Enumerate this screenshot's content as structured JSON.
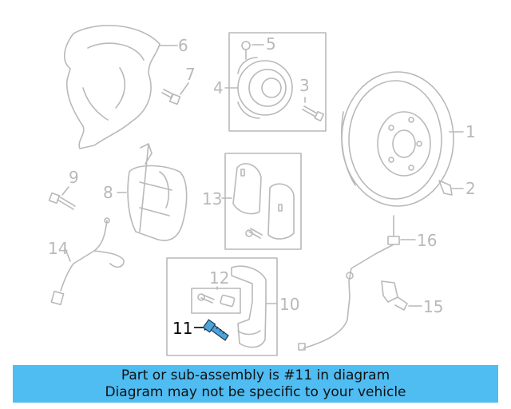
{
  "callouts": {
    "c1": "1",
    "c2": "2",
    "c3": "3",
    "c4": "4",
    "c5": "5",
    "c6": "6",
    "c7": "7",
    "c8": "8",
    "c9": "9",
    "c10": "10",
    "c11": "11",
    "c12": "12",
    "c13": "13",
    "c14": "14",
    "c15": "15",
    "c16": "16"
  },
  "highlighted_part": "11",
  "colors": {
    "banner_bg": "#4fbcf2",
    "line_gray": "#b9b9b9",
    "highlight_part": "#4fa3d9"
  },
  "banner": {
    "line1": "Part or sub-assembly is #11 in diagram",
    "line2": "Diagram may not be specific to your vehicle"
  }
}
